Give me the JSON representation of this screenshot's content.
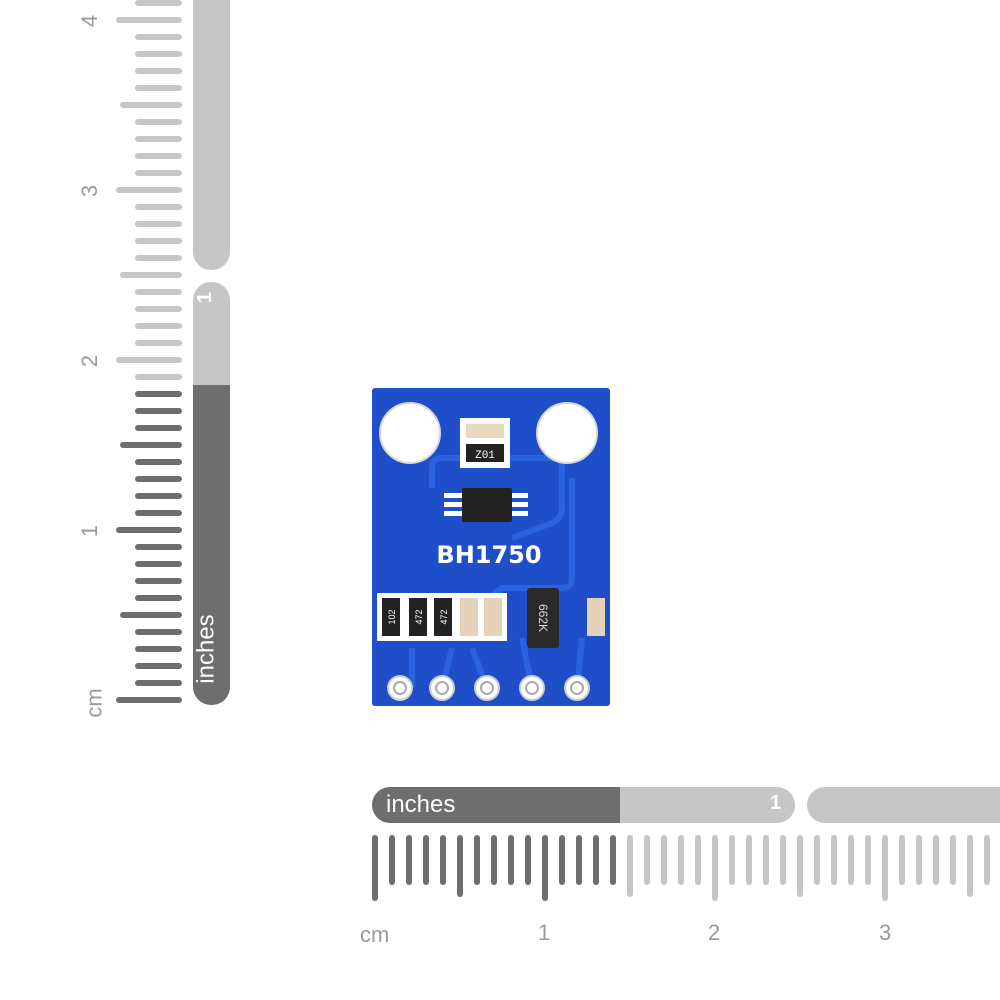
{
  "left_ruler": {
    "cm_unit_label": "cm",
    "cm_labels": [
      "1",
      "2",
      "3",
      "4"
    ],
    "inch_unit_label": "inches",
    "inch_labels": [
      "1"
    ]
  },
  "bottom_ruler": {
    "cm_unit_label": "cm",
    "cm_labels": [
      "1",
      "2",
      "3"
    ],
    "inch_unit_label": "inches",
    "inch_labels": [
      "1"
    ]
  },
  "board": {
    "chip_name": "BH1750",
    "component_labels": [
      "Z01",
      "102",
      "472",
      "472",
      "662K"
    ],
    "pcb_color": "#1f4fc8"
  }
}
